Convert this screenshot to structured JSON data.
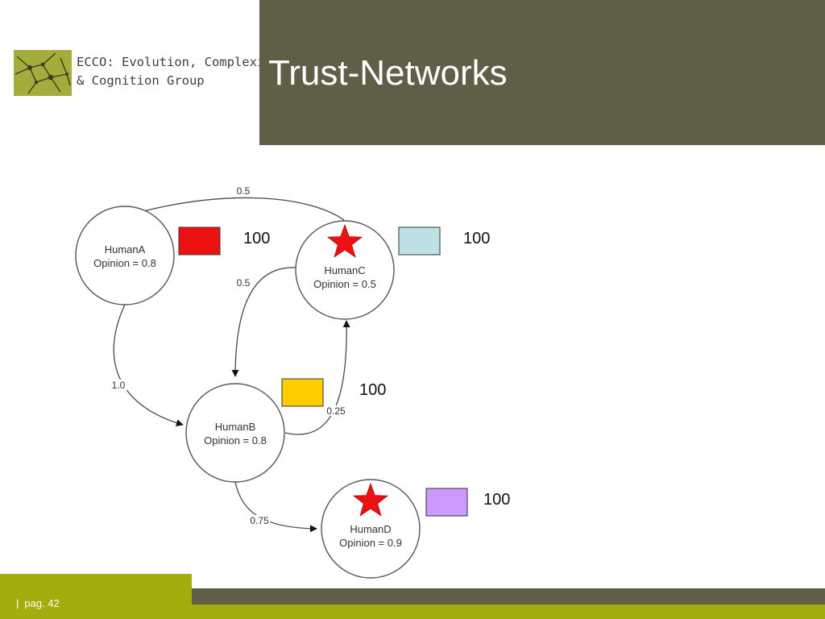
{
  "header": {
    "logo_line1": "ECCO: Evolution, Complexity",
    "logo_line2": "& Cognition Group",
    "title": "Trust-Networks"
  },
  "diagram": {
    "nodes": [
      {
        "id": "A",
        "name": "HumanA",
        "opinion": "Opinion = 0.8",
        "star": false
      },
      {
        "id": "B",
        "name": "HumanB",
        "opinion": "Opinion = 0.8",
        "star": false
      },
      {
        "id": "C",
        "name": "HumanC",
        "opinion": "Opinion = 0.5",
        "star": true
      },
      {
        "id": "D",
        "name": "HumanD",
        "opinion": "Opinion = 0.9",
        "star": true
      }
    ],
    "edges": [
      {
        "from": "C",
        "to": "A",
        "weight": "0.5"
      },
      {
        "from": "A",
        "to": "B",
        "weight": "1.0"
      },
      {
        "from": "C",
        "to": "B",
        "weight": "0.5"
      },
      {
        "from": "B",
        "to": "C",
        "weight": "0.25"
      },
      {
        "from": "B",
        "to": "D",
        "weight": "0.75"
      }
    ],
    "wallets": [
      {
        "node": "A",
        "color": "#ee1111",
        "value": "100"
      },
      {
        "node": "C",
        "color": "#bde1e4",
        "value": "100"
      },
      {
        "node": "B",
        "color": "#ffcc00",
        "value": "100"
      },
      {
        "node": "D",
        "color": "#cc99ff",
        "value": "100"
      }
    ],
    "star_color": "#ee1111"
  },
  "footer": {
    "separator": "|",
    "page": "pag. 42"
  }
}
